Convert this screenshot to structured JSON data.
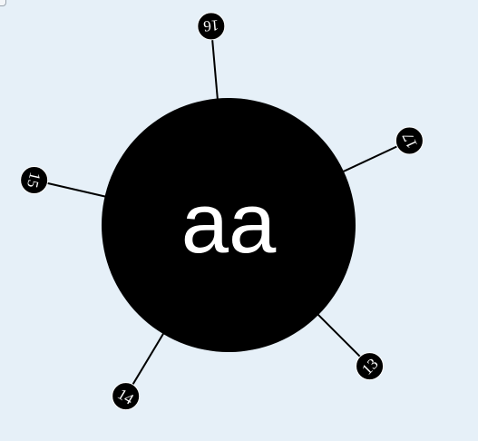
{
  "game": {
    "center_label": "aa",
    "colors": {
      "background": "#e6f0f8",
      "core": "#000000",
      "pin": "#000000",
      "pin_line": "#000000",
      "text": "#ffffff"
    },
    "pins": [
      {
        "label": "16",
        "angle_deg": -5
      },
      {
        "label": "17",
        "angle_deg": 65
      },
      {
        "label": "13",
        "angle_deg": 135
      },
      {
        "label": "14",
        "angle_deg": 211
      },
      {
        "label": "15",
        "angle_deg": 283
      }
    ]
  }
}
